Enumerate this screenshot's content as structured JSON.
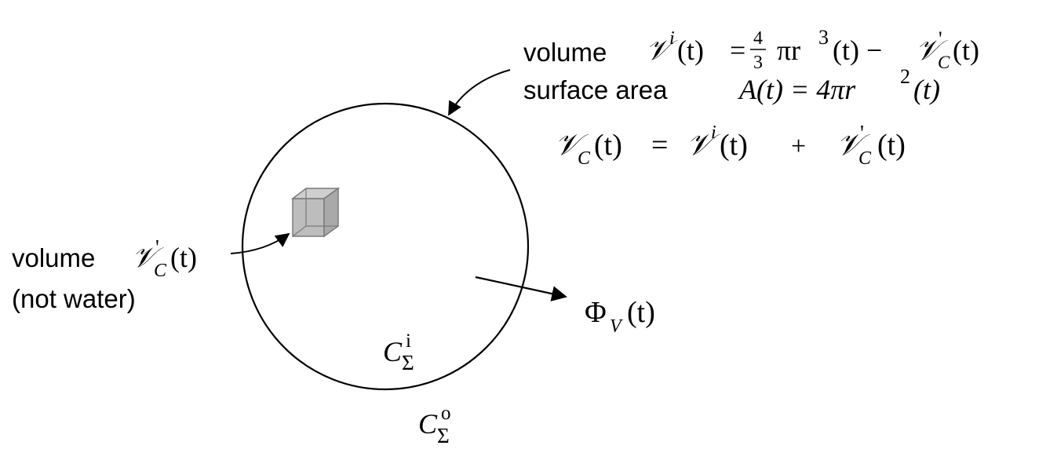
{
  "top_annotation": {
    "volume_word": "volume",
    "volume_lhs": "𝒱",
    "volume_lhs_sup": "i",
    "volume_lhs_arg": "(t)",
    "volume_eq": "=",
    "frac_num": "4",
    "frac_den": "3",
    "volume_rhs_mid": "πr",
    "volume_rhs_exp": "3",
    "volume_rhs_arg": "(t) −",
    "volume_rhs2": "𝒱",
    "volume_rhs2_sub": "C",
    "volume_rhs2_prime": "'",
    "volume_rhs2_arg": "(t)",
    "area_word": "surface area",
    "area_lhs": "A(t) = 4πr",
    "area_exp": "2",
    "area_arg": "(t)",
    "total_lhs": "𝒱",
    "total_lhs_sub": "C",
    "total_lhs_arg": "(t)",
    "total_eq": "=",
    "total_t1": "𝒱",
    "total_t1_sup": "i",
    "total_t1_arg": "(t)",
    "total_plus": "+",
    "total_t2": "𝒱",
    "total_t2_sub": "C",
    "total_t2_prime": "'",
    "total_t2_arg": "(t)"
  },
  "left_annotation": {
    "volume_word": "volume",
    "symbol": "𝒱",
    "sub": "C",
    "prime": "'",
    "arg": "(t)",
    "note": "(not water)"
  },
  "flux_label": {
    "symbol": "Φ",
    "sub": "V",
    "arg": "(t)"
  },
  "inner_conc": {
    "symbol": "C",
    "sup": "i",
    "sub": "Σ"
  },
  "outer_conc": {
    "symbol": "C",
    "sup": "o",
    "sub": "Σ"
  },
  "colors": {
    "stroke": "#000000",
    "cube_fill": "#bdbdbd",
    "cube_edge": "#7a7a7a"
  }
}
